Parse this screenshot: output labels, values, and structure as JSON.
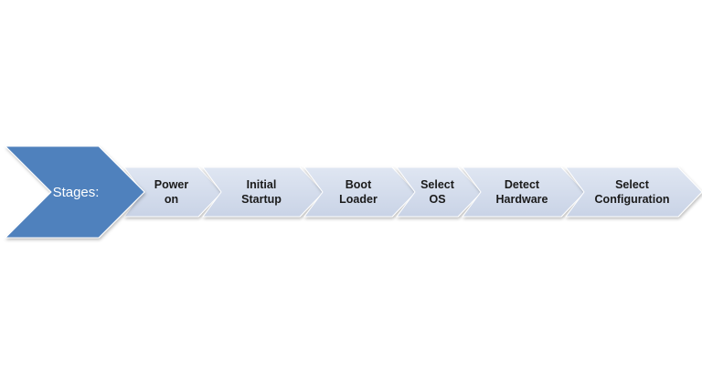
{
  "header": {
    "label": "Stages:",
    "fill": "#4F81BD"
  },
  "stage_fill_top": "#dfe6f2",
  "stage_fill_bottom": "#c9d3e6",
  "stages": [
    {
      "lines": [
        "Power",
        "on"
      ]
    },
    {
      "lines": [
        "Initial",
        "Startup"
      ]
    },
    {
      "lines": [
        "Boot",
        "Loader"
      ]
    },
    {
      "lines": [
        "Select",
        "OS"
      ]
    },
    {
      "lines": [
        "Detect",
        "Hardware"
      ]
    },
    {
      "lines": [
        "Select",
        "Configuration"
      ]
    }
  ]
}
